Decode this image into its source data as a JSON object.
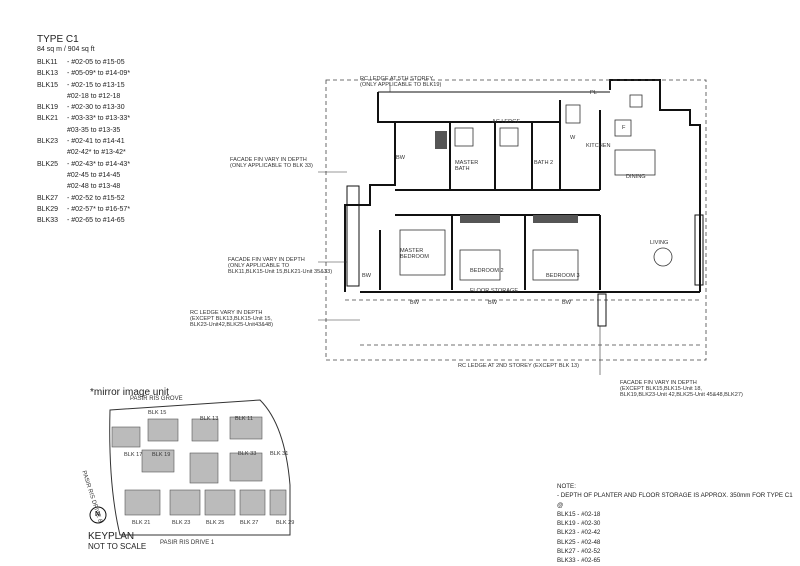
{
  "unit_type": "TYPE C1",
  "area": "84 sq m / 904 sq ft",
  "units": [
    {
      "blk": "BLK11",
      "range": "- #02-05  to #15-05"
    },
    {
      "blk": "BLK13",
      "range": "- #05-09* to #14-09*"
    },
    {
      "blk": "BLK15",
      "range": "- #02-15  to #13-15"
    },
    {
      "blk": "",
      "range": "#02-18  to #12-18"
    },
    {
      "blk": "BLK19",
      "range": "- #02-30  to #13-30"
    },
    {
      "blk": "BLK21",
      "range": "- #03-33* to #13-33*"
    },
    {
      "blk": "",
      "range": "#03-35  to #13-35"
    },
    {
      "blk": "BLK23",
      "range": "- #02-41  to #14-41"
    },
    {
      "blk": "",
      "range": "#02-42* to #13-42*"
    },
    {
      "blk": "BLK25",
      "range": "- #02-43* to #14-43*"
    },
    {
      "blk": "",
      "range": "#02-45  to #14-45"
    },
    {
      "blk": "",
      "range": "#02-48  to #13-48"
    },
    {
      "blk": "BLK27",
      "range": "- #02-52  to #15-52"
    },
    {
      "blk": "BLK29",
      "range": "- #02-57* to #16-57*"
    },
    {
      "blk": "BLK33",
      "range": "- #02-65  to #14-65"
    }
  ],
  "mirror_note": "*mirror image unit",
  "keyplan": {
    "title": "KEYPLAN",
    "subtitle": "NOT TO SCALE",
    "north": "N",
    "roads": {
      "north": "PASIR RIS GROVE",
      "west": "PASIR RIS DRIVE 8",
      "south": "PASIR RIS DRIVE 1"
    },
    "blocks": [
      "BLK 15",
      "BLK 13",
      "BLK 11",
      "BLK 17",
      "BLK 19",
      "BLK 33",
      "BLK 31",
      "BLK 21",
      "BLK 23",
      "BLK 25",
      "BLK 27",
      "BLK 29"
    ]
  },
  "plan": {
    "rooms": {
      "pl": "PL",
      "ac_ledge": "AC LEDGE",
      "w": "W",
      "f": "F",
      "kitchen": "KITCHEN",
      "dining": "DINING",
      "master_bath": "MASTER BATH",
      "bath2": "BATH 2",
      "living": "LIVING",
      "master_bedroom": "MASTER BEDROOM",
      "bedroom2": "BEDROOM 2",
      "bedroom3": "BEDROOM 3",
      "bw": "BW",
      "floor_storage": "FLOOR STORAGE"
    },
    "callouts": {
      "rc_ledge_5th_1": "RC LEDGE AT 5TH STOREY",
      "rc_ledge_5th_2": "(ONLY APPLICABLE TO BLK19)",
      "facade_1a": "FACADE FIN VARY IN DEPTH",
      "facade_1b": "(ONLY APPLICABLE TO BLK 33)",
      "facade_2a": "FACADE FIN VARY IN DEPTH",
      "facade_2b": "(ONLY APPLICABLE TO",
      "facade_2c": "BLK11,BLK15-Unit 15,BLK21-Unit 35&33)",
      "rc_ledge_vary_1": "RC LEDGE VARY IN DEPTH",
      "rc_ledge_vary_2": "(EXCEPT BLK13,BLK15-Unit 15,",
      "rc_ledge_vary_3": "BLK23-Unit42,BLK25-Unit43&48)",
      "rc_ledge_2nd": "RC LEDGE AT 2ND STOREY (EXCEPT BLK 13)",
      "facade_3a": "FACADE FIN VARY IN DEPTH",
      "facade_3b": "(EXCEPT BLK15,BLK15-Unit 18,",
      "facade_3c": "BLK19,BLK23-Unit 42,BLK25-Unit 45&48,BLK27)"
    }
  },
  "note": {
    "title": "NOTE:",
    "lines": [
      "- DEPTH OF PLANTER AND FLOOR STORAGE IS APPROX. 350mm FOR TYPE C1 @",
      "BLK15 - #02-18",
      "BLK19 - #02-30",
      "BLK23 - #02-42",
      "BLK25 - #02-48",
      "BLK27 - #02-52",
      "BLK33 - #02-65"
    ]
  }
}
